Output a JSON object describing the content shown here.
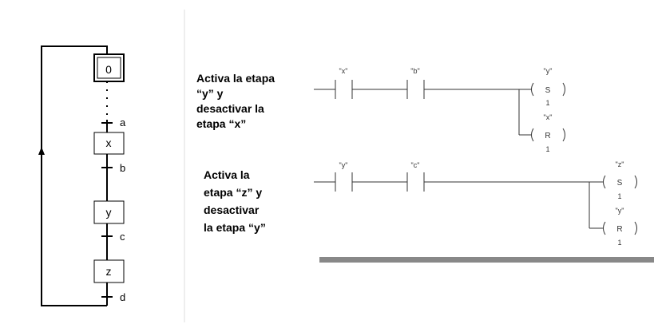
{
  "grafcet": {
    "steps": [
      {
        "label": "0",
        "initial": true
      },
      {
        "label": "x",
        "initial": false
      },
      {
        "label": "y",
        "initial": false
      },
      {
        "label": "z",
        "initial": false
      }
    ],
    "transitions": [
      "a",
      "b",
      "c",
      "d"
    ]
  },
  "ladder": {
    "rung1": {
      "description": [
        "Activa la etapa",
        "“y” y",
        "desactivar la",
        "etapa “x”"
      ],
      "contacts": [
        "\"x\"",
        "\"b\""
      ],
      "coils": [
        {
          "tag": "\"y\"",
          "letter": "S",
          "value": "1"
        },
        {
          "tag": "\"x\"",
          "letter": "R",
          "value": "1"
        }
      ]
    },
    "rung2": {
      "description": [
        "Activa la",
        "etapa “z” y",
        "desactivar",
        "la etapa “y”"
      ],
      "contacts": [
        "\"y\"",
        "\"c\""
      ],
      "coils": [
        {
          "tag": "\"z\"",
          "letter": "S",
          "value": "1"
        },
        {
          "tag": "\"y\"",
          "letter": "R",
          "value": "1"
        }
      ]
    }
  },
  "colors": {
    "line": "#000000",
    "coil": "#333333",
    "divider": "#dddddd",
    "bar": "#888888"
  }
}
